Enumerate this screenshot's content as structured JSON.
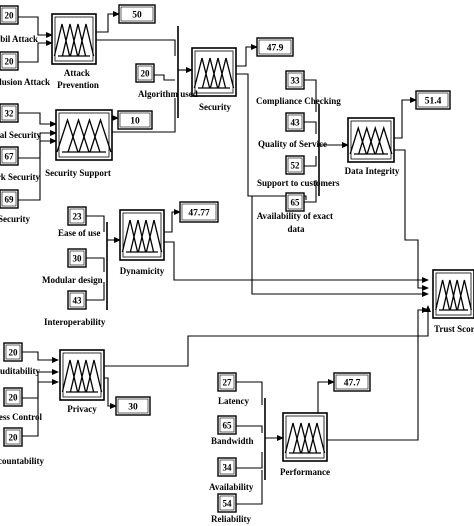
{
  "nodes": {
    "attack_prevention": "Attack Prevention",
    "security": "Security",
    "security_support": "Security Support",
    "dynamicity": "Dynamicity",
    "data_integrity": "Data Integrity",
    "privacy": "Privacy",
    "performance": "Performance",
    "trust_score": "Trust Score"
  },
  "inputs": {
    "sybil_attack": {
      "label": "Sybil Attack",
      "value": "20"
    },
    "collusion_attack": {
      "label": "Collusion Attack",
      "value": "20"
    },
    "algorithm_used": {
      "label": "Algorithm used",
      "value": "20"
    },
    "physical_security": {
      "label": "Physical Security",
      "value": "32"
    },
    "network_security": {
      "label": "Network Security",
      "value": "67"
    },
    "data_security": {
      "label": "Data Security",
      "value": "69"
    },
    "ease_of_use": {
      "label": "Ease of use",
      "value": "23"
    },
    "modular_design": {
      "label": "Modular design",
      "value": "30"
    },
    "interoperability": {
      "label": "Interoperability",
      "value": "43"
    },
    "compliance_checking": {
      "label": "Compliance Checking",
      "value": "33"
    },
    "quality_of_service": {
      "label": "Quality of Service",
      "value": "43"
    },
    "support_to_customers": {
      "label": "Support to customers",
      "value": "52"
    },
    "availability_of_exact_data": {
      "label": "Availability of exact data",
      "value": "65"
    },
    "auditability": {
      "label": "Auditability",
      "value": "20"
    },
    "access_control": {
      "label": "Access Control",
      "value": "20"
    },
    "accountability": {
      "label": "Accountability",
      "value": "20"
    },
    "latency": {
      "label": "Latency",
      "value": "27"
    },
    "bandwidth": {
      "label": "Bandwidth",
      "value": "65"
    },
    "availability": {
      "label": "Availability",
      "value": "34"
    },
    "reliability": {
      "label": "Reliability",
      "value": "54"
    }
  },
  "outputs": {
    "attack_prevention": "50",
    "security_support": "10",
    "security": "47.9",
    "dynamicity": "47.77",
    "data_integrity": "51.4",
    "privacy": "30",
    "performance": "47.7"
  },
  "label_lines": {
    "attack_prevention": [
      "Attack",
      "Prevention"
    ],
    "availability_of_exact_data": [
      "Availability of exact",
      "data"
    ]
  }
}
